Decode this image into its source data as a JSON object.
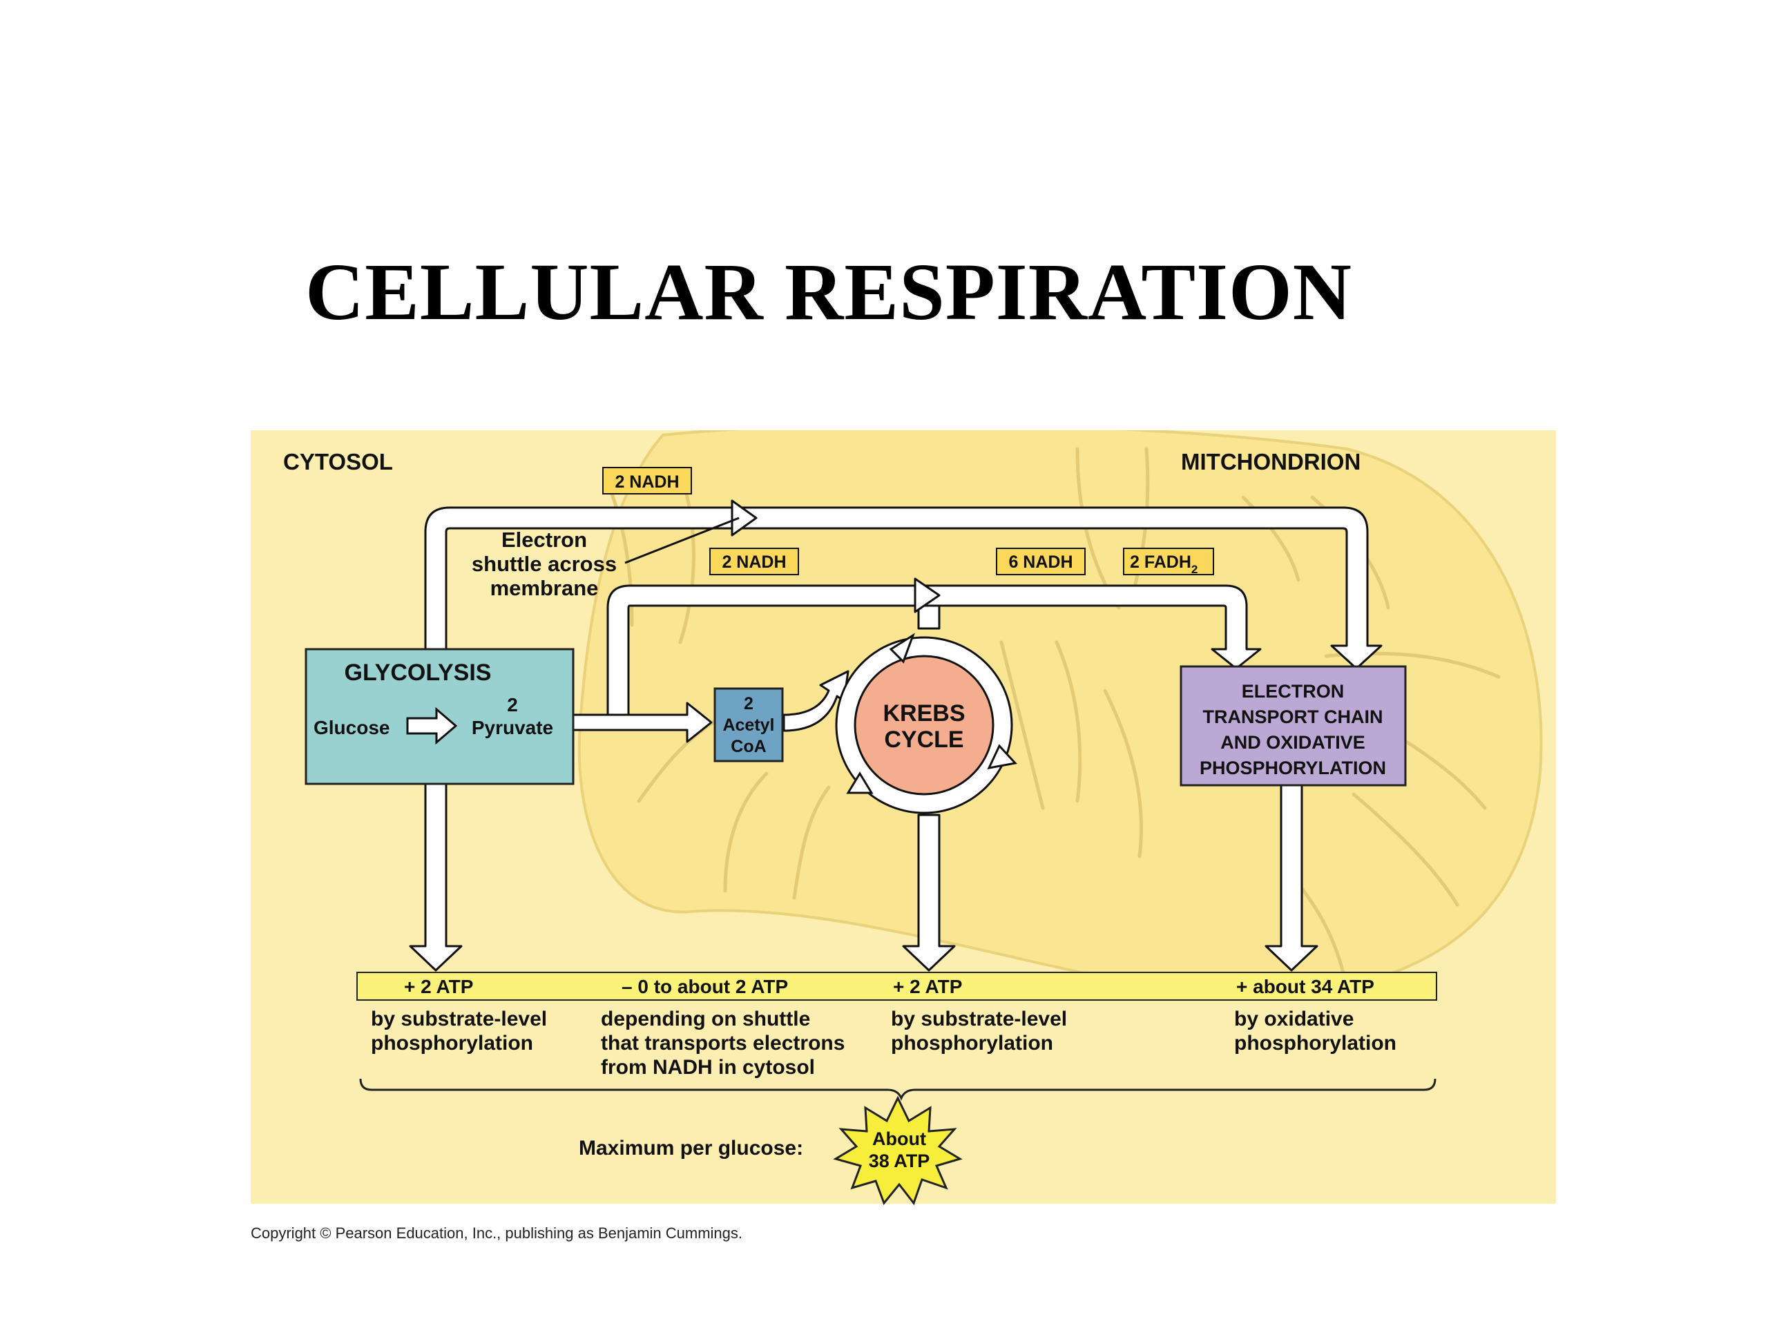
{
  "title": "CELLULAR RESPIRATION",
  "regions": {
    "cytosol": "CYTOSOL",
    "mitochondrion": "MITCHONDRION"
  },
  "carriers": {
    "nadh_shuttle": "2 NADH",
    "nadh_pyruvate": "2 NADH",
    "nadh_krebs": "6 NADH",
    "fadh2_prefix": "2 FADH",
    "fadh2_sub": "2"
  },
  "shuttle_note": [
    "Electron",
    "shuttle across",
    "membrane"
  ],
  "glycolysis": {
    "title": "GLYCOLYSIS",
    "glucose": "Glucose",
    "pyruvate_count": "2",
    "pyruvate": "Pyruvate"
  },
  "acetyl": {
    "count": "2",
    "line1": "Acetyl",
    "line2": "CoA"
  },
  "krebs": {
    "line1": "KREBS",
    "line2": "CYCLE"
  },
  "etc": {
    "lines": [
      "ELECTRON",
      "TRANSPORT CHAIN",
      "AND OXIDATIVE",
      "PHOSPHORYLATION"
    ]
  },
  "atp_bar": [
    "+ 2 ATP",
    "– 0 to about 2 ATP",
    "+ 2 ATP",
    "+ about 34 ATP"
  ],
  "atp_notes": [
    [
      "by substrate-level",
      "phosphorylation"
    ],
    [
      "depending on shuttle",
      "that transports electrons",
      "from NADH in cytosol"
    ],
    [
      "by substrate-level",
      "phosphorylation"
    ],
    [
      "by oxidative",
      "phosphorylation"
    ]
  ],
  "maximum": {
    "label": "Maximum per glucose:",
    "star_line1": "About",
    "star_line2": "38 ATP"
  },
  "copyright": "Copyright © Pearson Education, Inc., publishing as Benjamin Cummings.",
  "colors": {
    "panel": "#fbeeb0",
    "mitochondrion": "#fae592",
    "mito_line": "#e6cf78",
    "glycolysis": "#98d1cf",
    "acetyl": "#6fa3c4",
    "krebs": "#f5ad90",
    "etc": "#bca8d4",
    "carrier_box": "#fbd75a",
    "atp_bar": "#fbf27a",
    "star": "#f6ee3a"
  }
}
